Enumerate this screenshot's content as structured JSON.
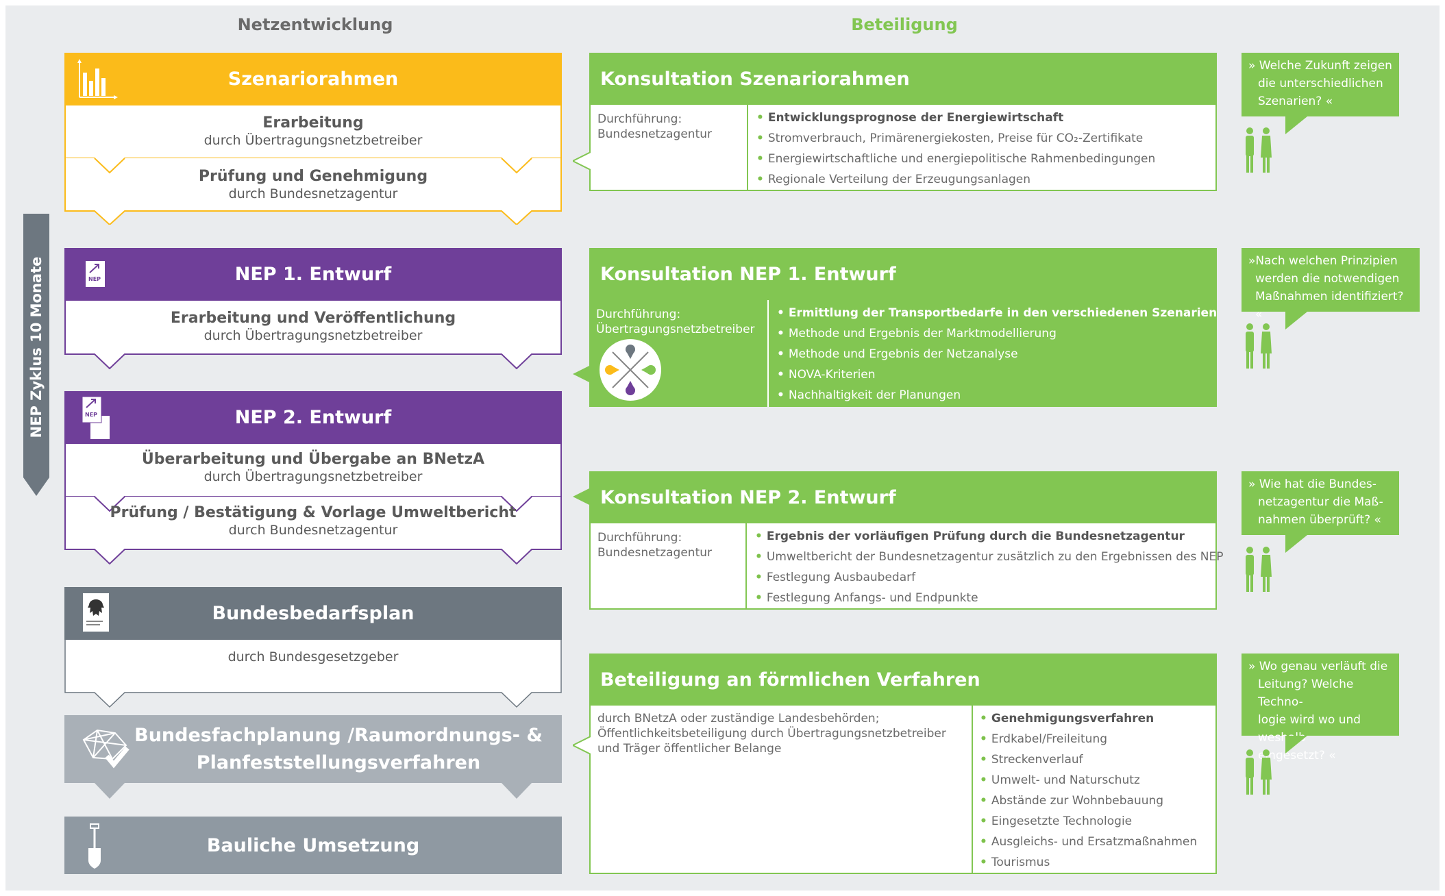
{
  "column_headers": {
    "left": "Netzentwicklung",
    "right": "Beteiligung"
  },
  "vertical_label": "NEP Zyklus 10 Monate",
  "stages": [
    {
      "title": "Szenariorahmen",
      "icon": "bar-chart-icon",
      "color": "#fbbb1a",
      "steps": [
        {
          "title": "Erarbeitung",
          "sub": "durch Übertragungsnetzbetreiber"
        },
        {
          "title": "Prüfung und Genehmigung",
          "sub": "durch Bundesnetzagentur"
        }
      ]
    },
    {
      "title": "NEP 1. Entwurf",
      "icon": "nep-document-icon",
      "color": "#6f3f99",
      "steps": [
        {
          "title": "Erarbeitung und Veröffentlichung",
          "sub": "durch Übertragungsnetzbetreiber"
        }
      ]
    },
    {
      "title": "NEP 2. Entwurf",
      "icon": "nep-documents-icon",
      "color": "#6f3f99",
      "steps": [
        {
          "title": "Überarbeitung und Übergabe an BNetzA",
          "sub": "durch Übertragungsnetzbetreiber"
        },
        {
          "title": "Prüfung / Bestätigung & Vorlage Umweltbericht",
          "sub": "durch Bundesnetzagentur"
        }
      ]
    },
    {
      "title": "Bundesbedarfsplan",
      "icon": "federal-eagle-icon",
      "color": "#6d7780",
      "steps": [
        {
          "title": "",
          "sub": "durch Bundesgesetzgeber"
        }
      ]
    },
    {
      "title_line1": "Bundesfachplanung /Raumordnungs- &",
      "title_line2": "Planfeststellungsverfahren",
      "icon": "network-check-icon",
      "color": "#a9b0b7"
    },
    {
      "title": "Bauliche Umsetzung",
      "icon": "shovel-icon",
      "color": "#8f99a2"
    }
  ],
  "consultations": [
    {
      "title": "Konsultation Szenariorahmen",
      "conductor_label": "Durchführung:",
      "conductor": "Bundesnetzagentur",
      "items": [
        "Entwicklungsprognose der Energiewirtschaft",
        "Stromverbrauch, Primärenergiekosten, Preise für CO₂-Zertifikate",
        "Energiewirtschaftliche und energiepolitische Rahmenbedingungen",
        "Regionale Verteilung der Erzeugungsanlagen"
      ]
    },
    {
      "title": "Konsultation NEP 1. Entwurf",
      "conductor_label": "Durchführung:",
      "conductor": "Übertragungsnetzbetreiber",
      "items": [
        "Ermittlung der Transportbedarfe in den verschiedenen Szenarien",
        "Methode und Ergebnis der Marktmodellierung",
        "Methode und Ergebnis der Netzanalyse",
        "NOVA-Kriterien",
        "Nachhaltigkeit der Planungen"
      ]
    },
    {
      "title": "Konsultation NEP 2. Entwurf",
      "conductor_label": "Durchführung:",
      "conductor": "Bundesnetzagentur",
      "items": [
        "Ergebnis der vorläufigen Prüfung durch die Bundesnetzagentur",
        "Umweltbericht der Bundesnetzagentur zusätzlich zu den Ergebnissen des NEP",
        "Festlegung Ausbaubedarf",
        "Festlegung Anfangs- und Endpunkte"
      ]
    },
    {
      "title": "Beteiligung an förmlichen Verfahren",
      "conductor_line1": "durch BNetzA oder zuständige Landesbehörden;",
      "conductor_line2": "Öffentlichkeitsbeteiligung durch Übertragungsnetzbetreiber",
      "conductor_line3": "und Träger öffentlicher Belange",
      "items": [
        "Genehmigungsverfahren",
        "Erdkabel/Freileitung",
        "Streckenverlauf",
        "Umwelt- und Naturschutz",
        "Abstände zur Wohnbebauung",
        "Eingesetzte Technologie",
        "Ausgleichs- und Ersatzmaßnahmen",
        "Tourismus"
      ]
    }
  ],
  "questions": [
    {
      "line1": "» Welche Zukunft zeigen",
      "line2": "die unterschiedlichen",
      "line3": "Szenarien? «"
    },
    {
      "line1": "»Nach welchen Prinzipien",
      "line2": "werden die notwendigen",
      "line3": "Maßnahmen identifiziert? «"
    },
    {
      "line1": "» Wie hat die Bundes-",
      "line2": "netzagentur die Maß-",
      "line3": "nahmen überprüft? «"
    },
    {
      "line1": "» Wo genau verläuft die",
      "line2": "Leitung? Welche Techno-",
      "line3": "logie wird wo und weshalb",
      "line4": "eingesetzt? «"
    }
  ],
  "colors": {
    "green": "#82c652",
    "yellow": "#fbbb1a",
    "purple": "#6f3f99",
    "gray_dark": "#6d7780",
    "gray_light": "#a9b0b7",
    "gray_mid": "#8f99a2",
    "text_gray": "#5a5a5a"
  }
}
